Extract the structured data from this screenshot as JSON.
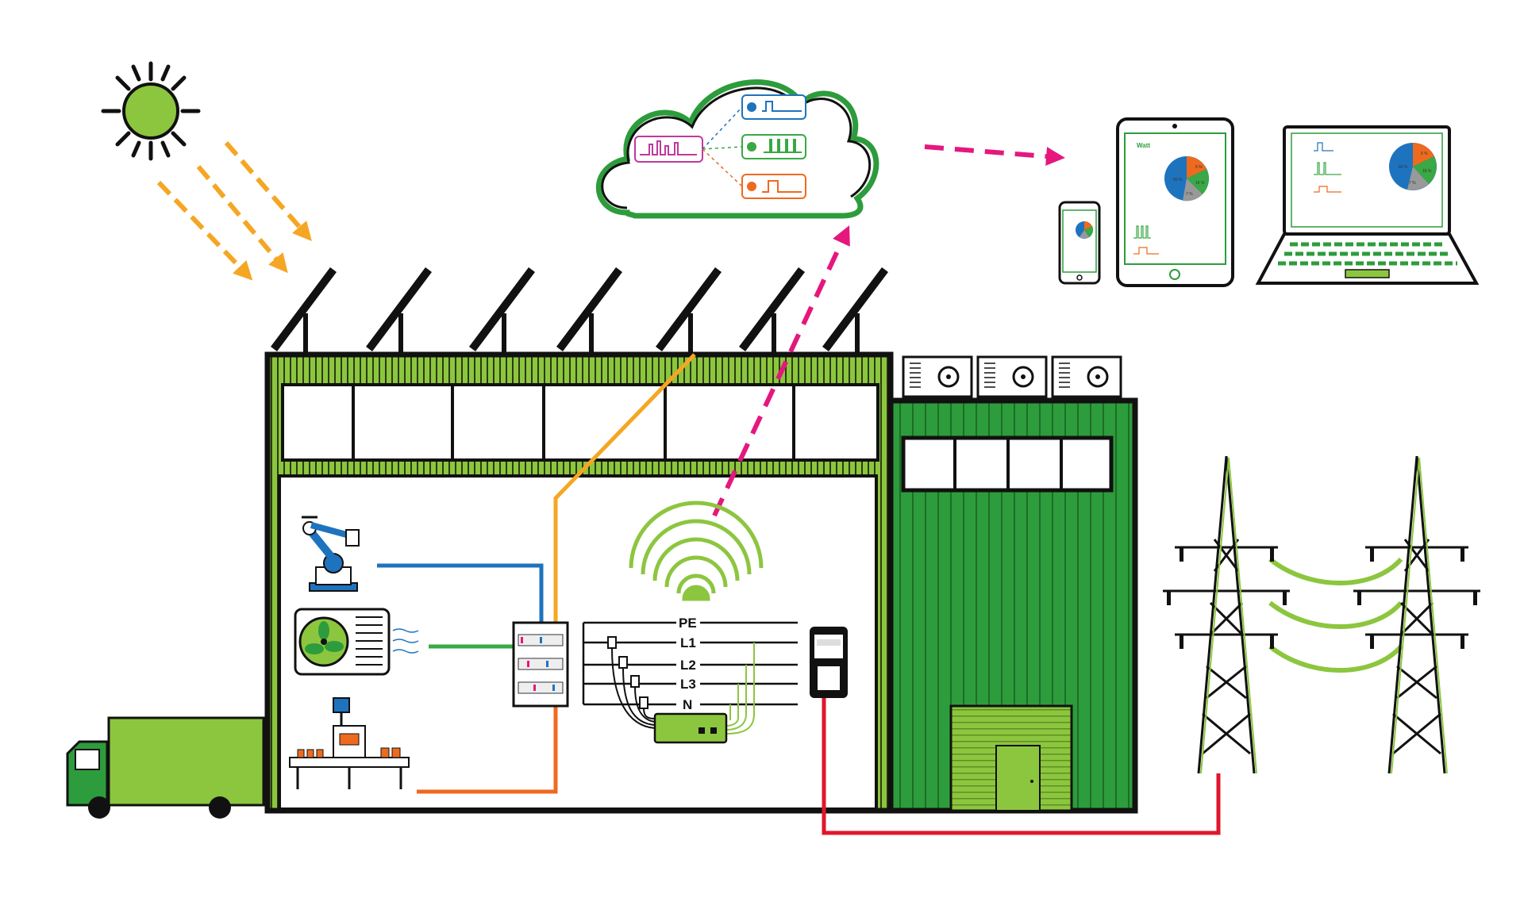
{
  "bus_labels": [
    "PE",
    "L1",
    "L2",
    "L3",
    "N"
  ],
  "device_values": {
    "tablet_pie_labels": [
      "60 %",
      "6 %",
      "16 %",
      "7 %"
    ],
    "laptop_pie_labels": [
      "60 %",
      "5 %",
      "16 %",
      "7 %"
    ],
    "brand": "Watt"
  },
  "colors": {
    "sun": "#8cc63f",
    "sun_ray": "#f5a623",
    "building_green": "#8cc63f",
    "annex_green": "#2d9c3c",
    "solar_line": "#f5a623",
    "data_link": "#e5177e",
    "grid_link": "#e0162b",
    "robot_line": "#1e73be",
    "hvac_line": "#39a845",
    "conveyor_line": "#ee6a1f",
    "truck": "#8cc63f"
  },
  "icons": {
    "sun": "sun-icon",
    "cloud": "cloud-icon",
    "robot": "robot-arm-icon",
    "hvac": "air-conditioner-icon",
    "conveyor": "conveyor-icon",
    "wifi": "wifi-icon",
    "truck": "truck-icon",
    "pylon": "power-pylon-icon",
    "meter": "electricity-meter-icon",
    "panel": "distribution-panel-icon"
  }
}
